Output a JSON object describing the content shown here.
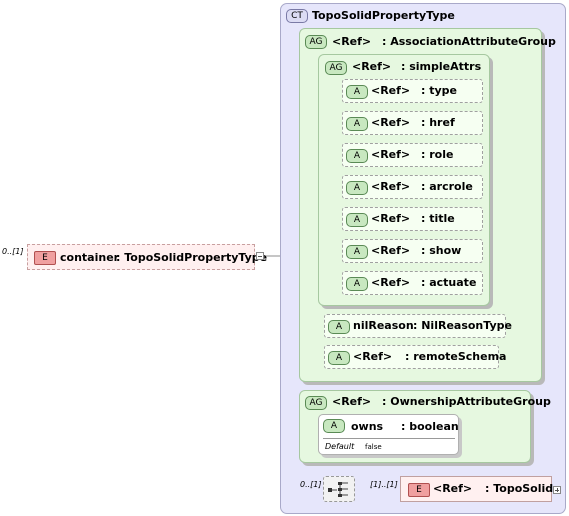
{
  "complex_type": {
    "badge": "CT",
    "name": "TopoSolidPropertyType"
  },
  "root_element": {
    "badge": "E",
    "occurrence": "0..[1]",
    "name": "container",
    "type": ": TopoSolidPropertyType"
  },
  "association_group": {
    "badge": "AG",
    "ref": "<Ref>",
    "type": ": AssociationAttributeGroup",
    "simple_attrs": {
      "badge": "AG",
      "ref": "<Ref>",
      "type": ": simpleAttrs",
      "attributes": [
        {
          "badge": "A",
          "ref": "<Ref>",
          "type": ": type"
        },
        {
          "badge": "A",
          "ref": "<Ref>",
          "type": ": href"
        },
        {
          "badge": "A",
          "ref": "<Ref>",
          "type": ": role"
        },
        {
          "badge": "A",
          "ref": "<Ref>",
          "type": ": arcrole"
        },
        {
          "badge": "A",
          "ref": "<Ref>",
          "type": ": title"
        },
        {
          "badge": "A",
          "ref": "<Ref>",
          "type": ": show"
        },
        {
          "badge": "A",
          "ref": "<Ref>",
          "type": ": actuate"
        }
      ]
    },
    "nil_reason": {
      "badge": "A",
      "name": "nilReason",
      "type": ": NilReasonType"
    },
    "remote_schema": {
      "badge": "A",
      "ref": "<Ref>",
      "type": ": remoteSchema"
    }
  },
  "ownership_group": {
    "badge": "AG",
    "ref": "<Ref>",
    "type": ": OwnershipAttributeGroup",
    "owns": {
      "badge": "A",
      "name": "owns",
      "type": ": boolean",
      "default_label": "Default",
      "default_value": "false"
    }
  },
  "sequence": {
    "occurrence": "0..[1]"
  },
  "child_element": {
    "badge": "E",
    "occurrence": "[1]..[1]",
    "ref": "<Ref>",
    "type": ": TopoSolid"
  }
}
